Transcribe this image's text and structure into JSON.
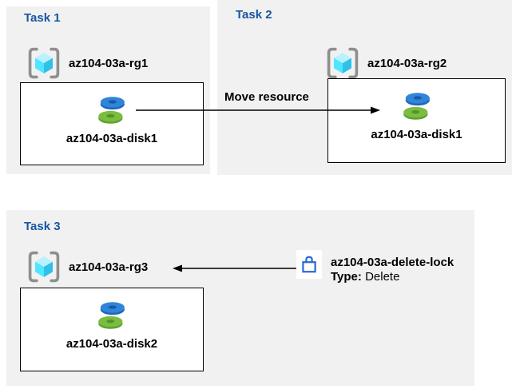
{
  "colors": {
    "page_background": "#FFFFFF",
    "panel_background": "#F1F1F1",
    "task_header_blue": "#1757A0",
    "box_border": "#000000",
    "arrow_black": "#000000",
    "lock_blue": "#2A6BD7",
    "disk_blue": "#3185D8",
    "disk_green": "#7ABD40",
    "cube_cyan_light": "#B9F1FF",
    "cube_cyan": "#50E6FF",
    "cube_cyan_dark": "#31C0E7",
    "bracket_gray": "#8F8F8F"
  },
  "tasks": [
    {
      "label": "Task 1",
      "resource_group": "az104-03a-rg1",
      "resource": "az104-03a-disk1"
    },
    {
      "label": "Task 2",
      "resource_group": "az104-03a-rg2",
      "resource": "az104-03a-disk1"
    },
    {
      "label": "Task 3",
      "resource_group": "az104-03a-rg3",
      "resource": "az104-03a-disk2"
    }
  ],
  "move_arrow": {
    "label": "Move resource"
  },
  "delete_lock": {
    "name": "az104-03a-delete-lock",
    "type_label": "Type:",
    "type_value": "Delete"
  }
}
